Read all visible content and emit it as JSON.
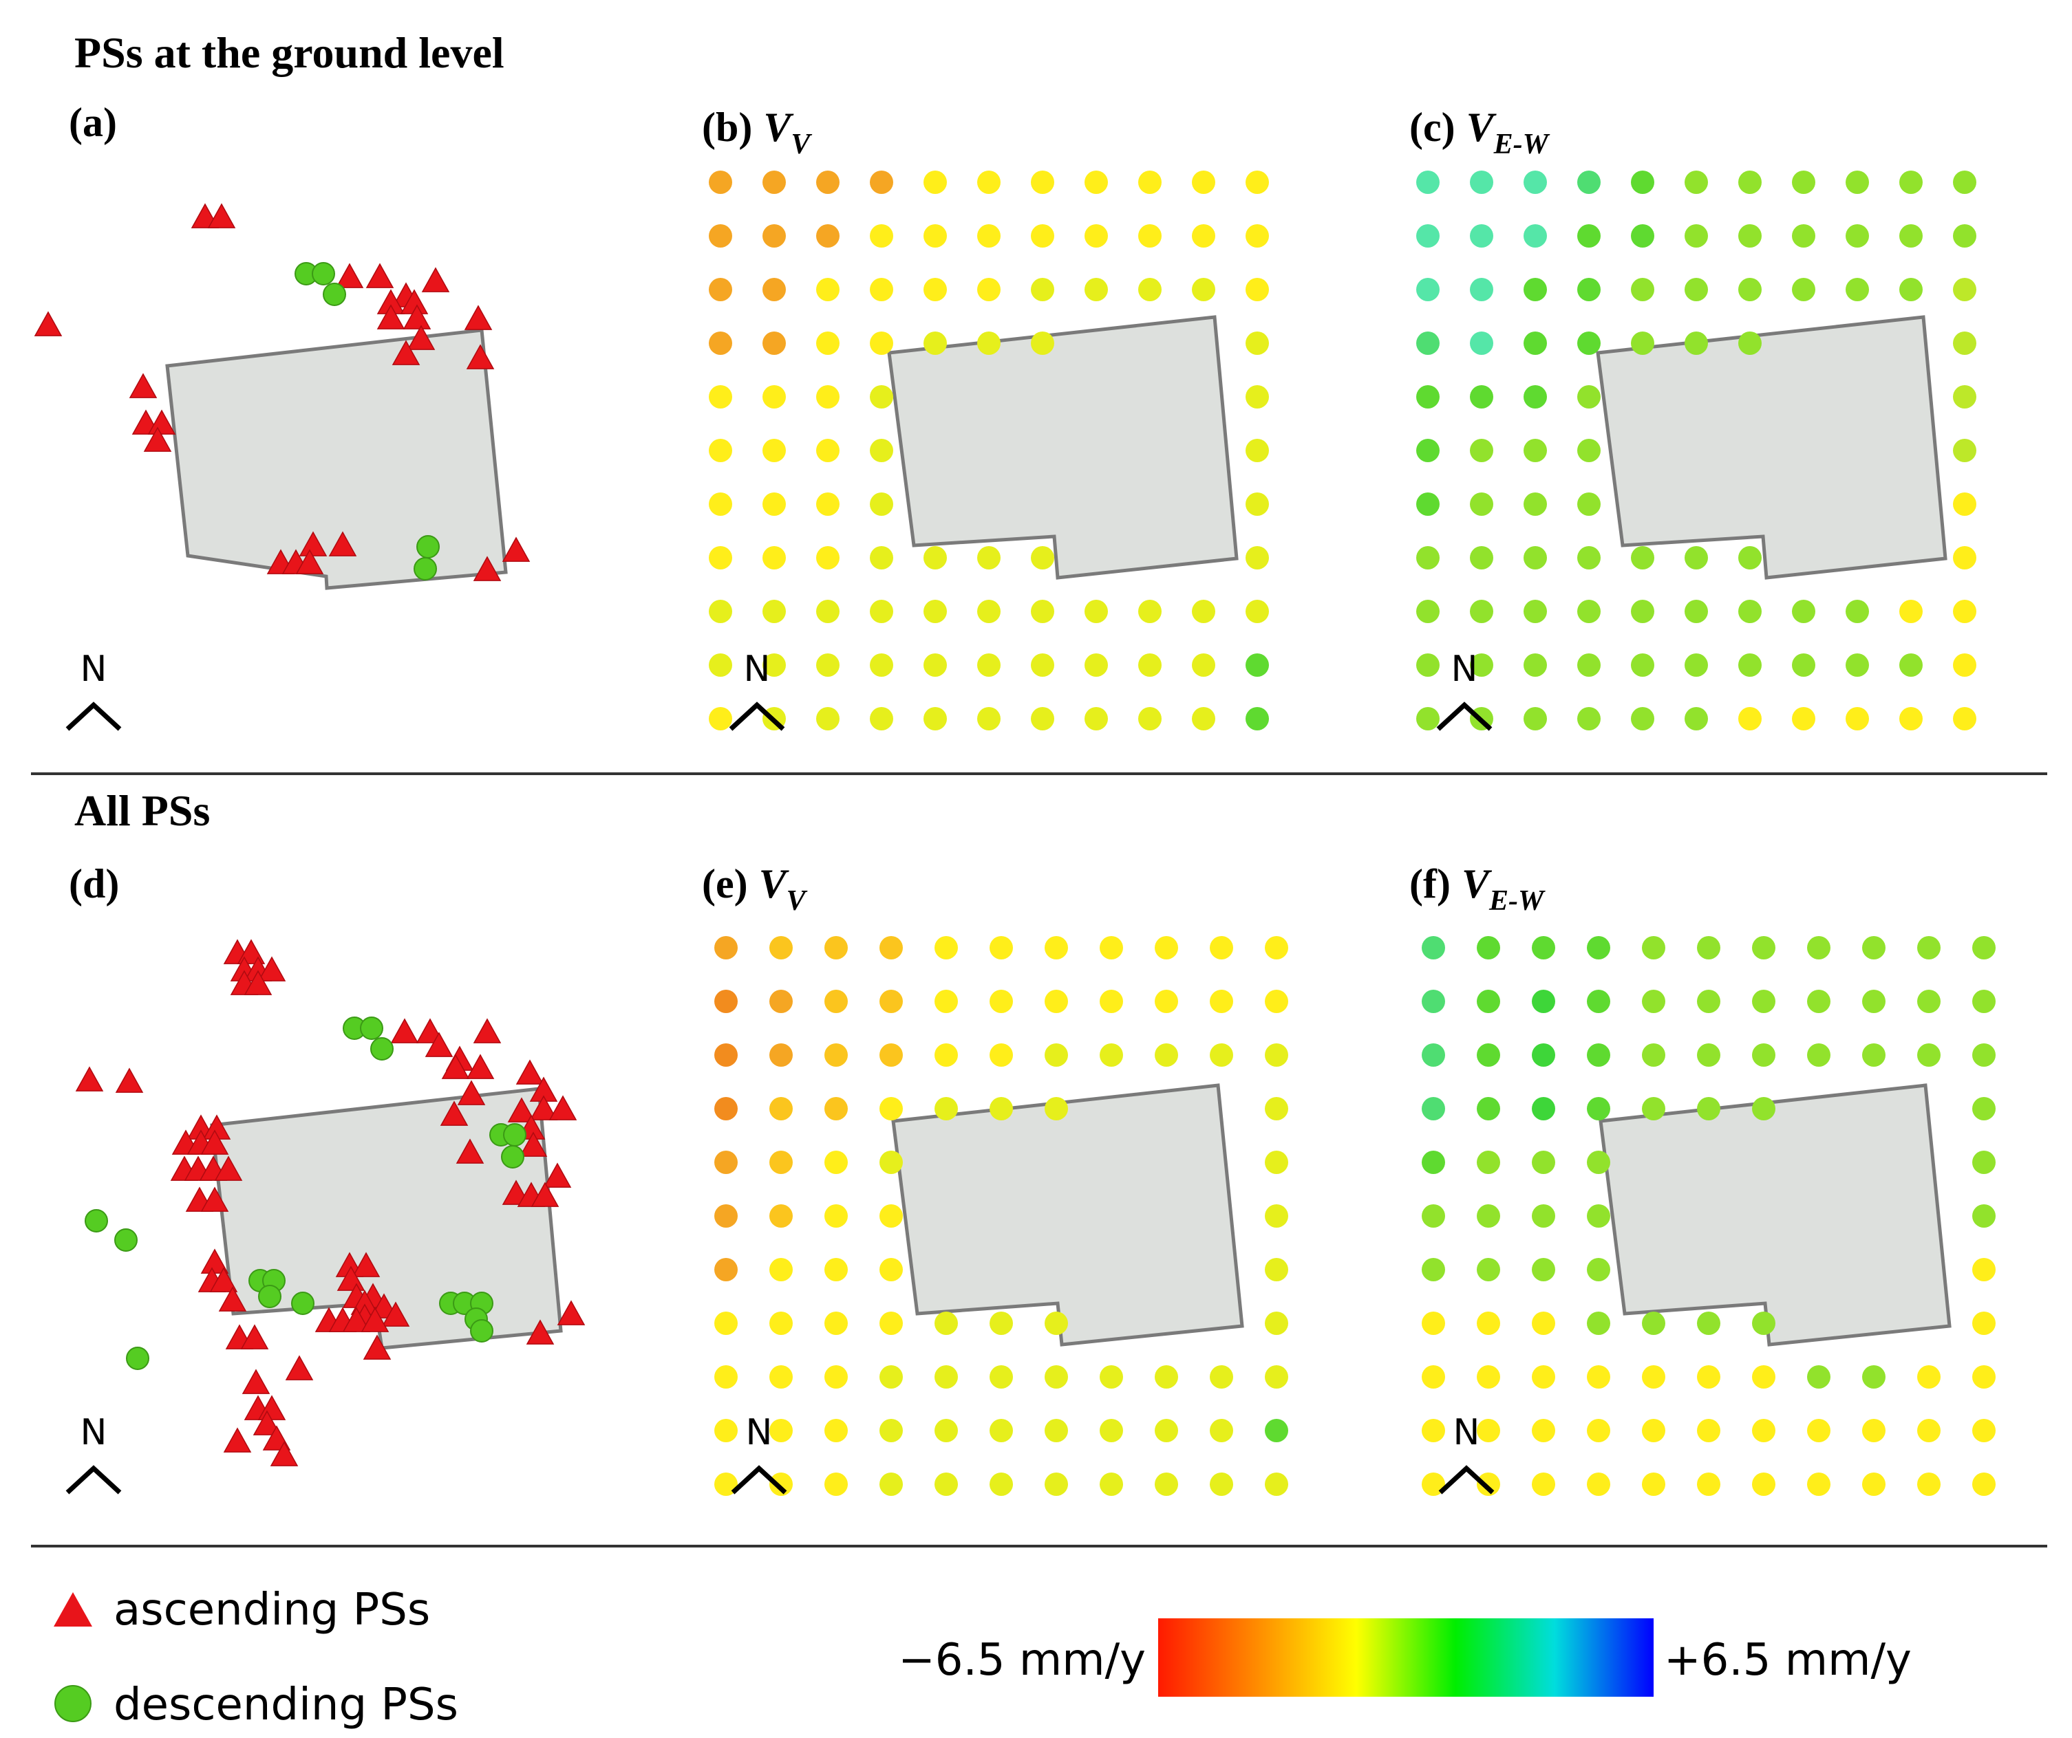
{
  "sections": {
    "top_title": "PSs at the ground level",
    "bottom_title": "All PSs"
  },
  "panels": {
    "a": {
      "letter": "(a)"
    },
    "b": {
      "letter": "(b)",
      "var": "V",
      "sub": "V"
    },
    "c": {
      "letter": "(c)",
      "var": "V",
      "sub": "E-W"
    },
    "d": {
      "letter": "(d)"
    },
    "e": {
      "letter": "(e)",
      "var": "V",
      "sub": "V"
    },
    "f": {
      "letter": "(f)",
      "var": "V",
      "sub": "E-W"
    }
  },
  "north_label": "N",
  "legend": {
    "ascending": "ascending PSs",
    "descending": "descending PSs"
  },
  "colorbar": {
    "min_label": "−6.5 mm/y",
    "max_label": "+6.5 mm/y",
    "min": -6.5,
    "max": 6.5,
    "stops": [
      "#ff1a00",
      "#ff8c00",
      "#ffff00",
      "#00ee00",
      "#00dddd",
      "#0000ff"
    ]
  },
  "colors": {
    "ascending_marker": "#e8141a",
    "descending_marker": "#55cc22",
    "building_fill": "#dde0dd",
    "building_stroke": "#7a7a7a",
    "separator": "#333333"
  },
  "velocity_palette": {
    "orange_dark": "#f28c1e",
    "orange": "#f5a623",
    "orange_light": "#fbc51e",
    "yellow": "#ffee1a",
    "yellow_lime": "#e6ef1c",
    "lime": "#bde829",
    "lime_green": "#92e22c",
    "green": "#5fda30",
    "green_deep": "#3ed639",
    "green_teal": "#4fdd72",
    "teal": "#55e6a8"
  }
}
